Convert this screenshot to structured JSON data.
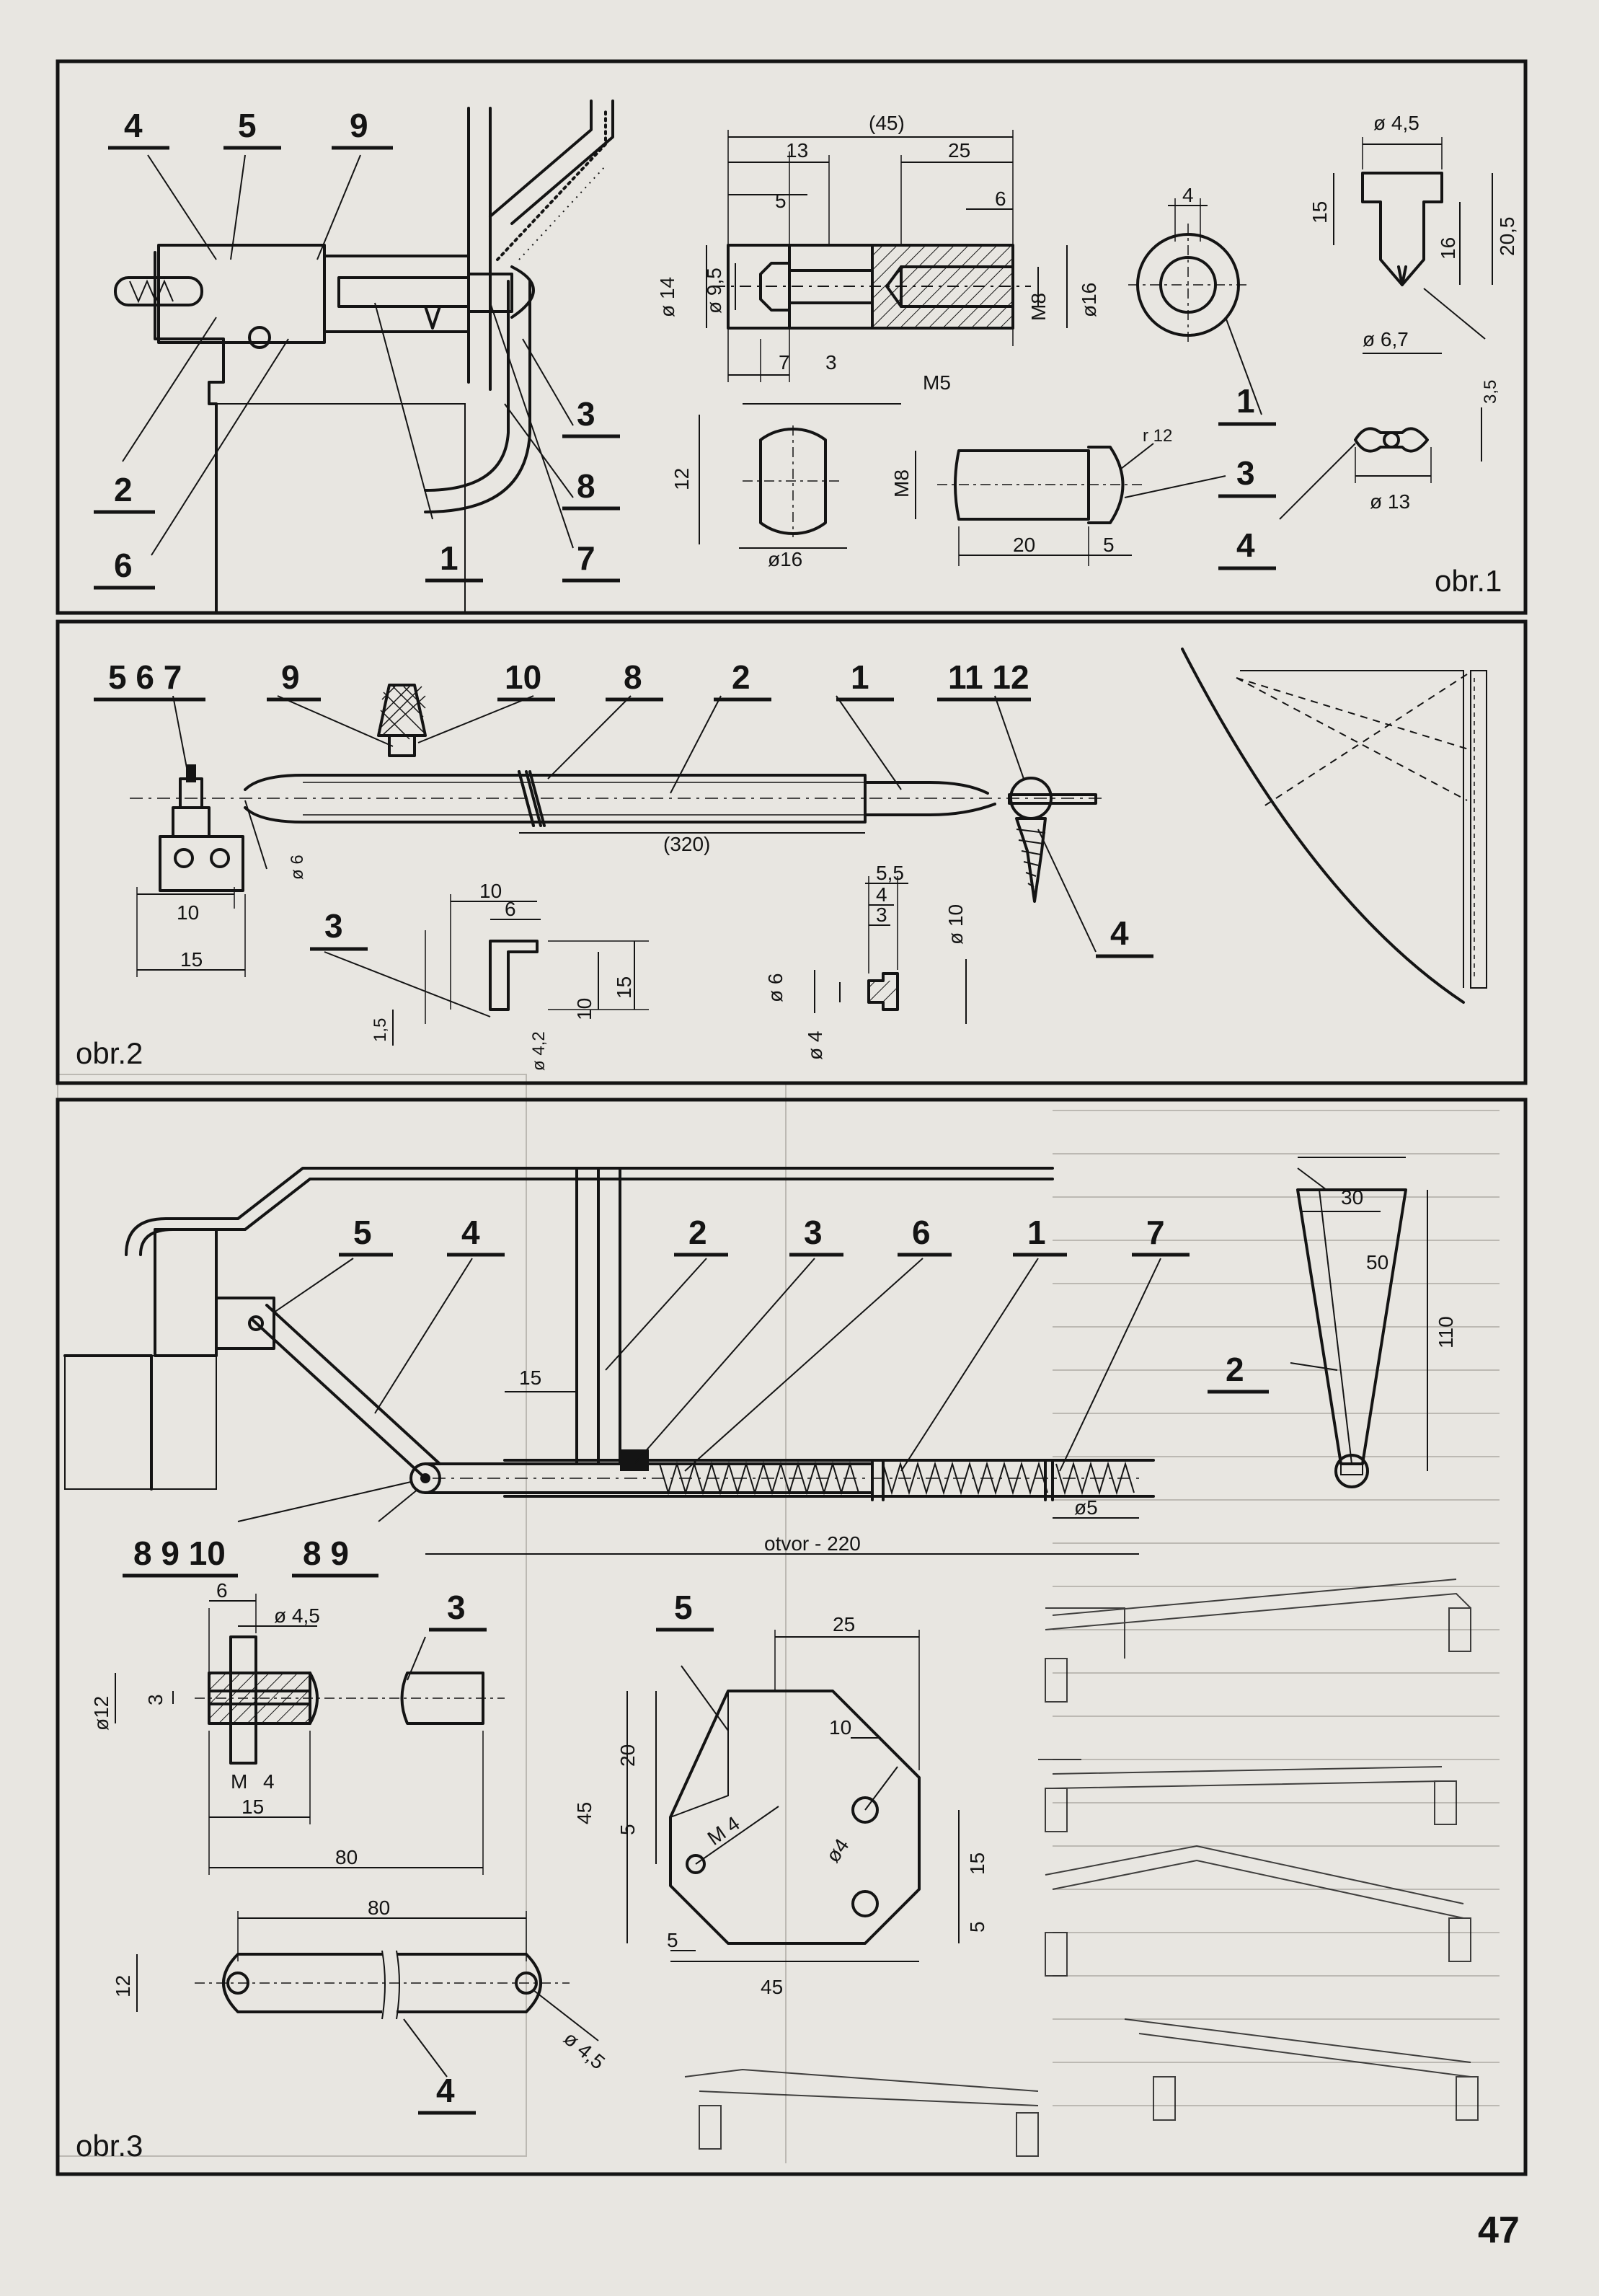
{
  "page": {
    "number": "47",
    "background": "#e8e6e1",
    "ink": "#141414"
  },
  "figures": {
    "obr1": {
      "caption": "obr.1",
      "part_labels": [
        "4",
        "5",
        "9",
        "2",
        "6",
        "3",
        "8",
        "1",
        "7"
      ],
      "detail_labels": [
        "1",
        "3",
        "4"
      ],
      "dims": {
        "d45": "(45)",
        "d13": "13",
        "d25": "25",
        "d5": "5",
        "d6": "6",
        "d14": "ø 14",
        "d95": "ø 9,5",
        "m8": "M8",
        "d16b": "ø16",
        "d7": "7",
        "d3": "3",
        "m5": "M5",
        "d4": "4",
        "d45b": "ø 4,5",
        "d15": "15",
        "d16c": "16",
        "d205": "20,5",
        "d67": "ø 6,7",
        "d35": "3,5",
        "d13b": "ø 13",
        "d12": "12",
        "d16": "ø16",
        "m8b": "M8",
        "r12": "r 12",
        "d20": "20",
        "d5b": "5"
      }
    },
    "obr2": {
      "caption": "obr.2",
      "part_labels": [
        "5 6 7",
        "9",
        "10",
        "8",
        "2",
        "1",
        "11 12",
        "3",
        "4"
      ],
      "dims": {
        "d320": "(320)",
        "d6": "ø 6",
        "d10": "10",
        "d15": "15",
        "e10": "10",
        "e6": "6",
        "e15": "15",
        "e10b": "10",
        "e15b": "1,5",
        "e42": "ø 4,2",
        "f55": "5,5",
        "f4": "4",
        "f3": "3",
        "f10": "ø 10",
        "f6": "ø 6",
        "f4b": "ø 4"
      }
    },
    "obr3": {
      "caption": "obr.3",
      "part_labels": [
        "5",
        "4",
        "2",
        "3",
        "6",
        "1",
        "7",
        "8 9 10",
        "8 9"
      ],
      "detail_labels": [
        "3",
        "5",
        "4",
        "2"
      ],
      "dims": {
        "d15": "15",
        "otvor": "otvor - 220",
        "d5": "ø5",
        "a6": "6",
        "a45": "ø 4,5",
        "a12": "ø12",
        "a3": "3",
        "am4": "M",
        "a4": "4",
        "a15": "15",
        "a80": "80",
        "b80": "80",
        "b12": "12",
        "b45": "ø 4,5",
        "c25": "25",
        "c10": "10",
        "c20": "20",
        "c45": "45",
        "c5": "5",
        "cm4": "M 4",
        "c4": "ø4",
        "c15": "15",
        "c5b": "5",
        "c5c": "5",
        "c45b": "45",
        "g30": "30",
        "g50": "50",
        "g110": "110"
      }
    }
  }
}
